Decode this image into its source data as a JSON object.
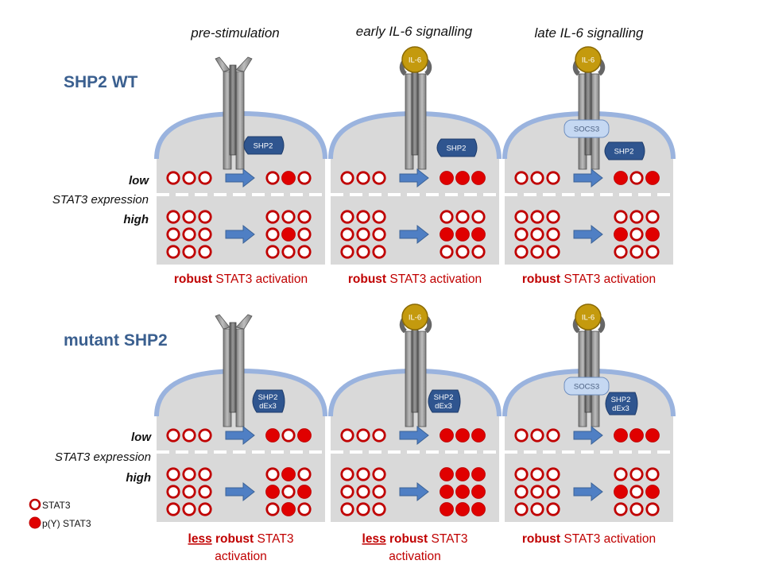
{
  "column_headers": [
    "pre-stimulation",
    "early IL-6 signalling",
    "late IL-6 signalling"
  ],
  "rows": [
    {
      "title": "SHP2 WT",
      "shp2_label": [
        "SHP2"
      ],
      "panels": [
        {
          "cytokine": false,
          "socs3": false,
          "low_after": [
            0,
            1,
            0
          ],
          "high_after": [
            [
              0,
              0,
              0
            ],
            [
              0,
              1,
              0
            ],
            [
              0,
              0,
              0
            ]
          ],
          "caption": [
            {
              "text": "robust",
              "bold": true
            },
            {
              "text": " STAT3 activation",
              "bold": false
            }
          ],
          "caption2": ""
        },
        {
          "cytokine": true,
          "socs3": false,
          "low_after": [
            1,
            1,
            1
          ],
          "high_after": [
            [
              0,
              0,
              0
            ],
            [
              1,
              1,
              1
            ],
            [
              0,
              0,
              0
            ]
          ],
          "caption": [
            {
              "text": "robust",
              "bold": true
            },
            {
              "text": " STAT3 activation",
              "bold": false
            }
          ],
          "caption2": ""
        },
        {
          "cytokine": true,
          "socs3": true,
          "low_after": [
            1,
            0,
            1
          ],
          "high_after": [
            [
              0,
              0,
              0
            ],
            [
              1,
              0,
              1
            ],
            [
              0,
              0,
              0
            ]
          ],
          "caption": [
            {
              "text": "robust",
              "bold": true
            },
            {
              "text": " STAT3 activation",
              "bold": false
            }
          ],
          "caption2": ""
        }
      ]
    },
    {
      "title": "mutant SHP2",
      "shp2_label": [
        "SHP2",
        "dEx3"
      ],
      "panels": [
        {
          "cytokine": false,
          "socs3": false,
          "low_after": [
            1,
            0,
            1
          ],
          "high_after": [
            [
              0,
              1,
              0
            ],
            [
              1,
              0,
              1
            ],
            [
              0,
              1,
              0
            ]
          ],
          "caption": [
            {
              "text": "less",
              "bold": true,
              "underline": true
            },
            {
              "text": " robust",
              "bold": true
            },
            {
              "text": " STAT3",
              "bold": false
            }
          ],
          "caption2": "activation"
        },
        {
          "cytokine": true,
          "socs3": false,
          "low_after": [
            1,
            1,
            1
          ],
          "high_after": [
            [
              1,
              1,
              1
            ],
            [
              1,
              1,
              1
            ],
            [
              1,
              1,
              1
            ]
          ],
          "caption": [
            {
              "text": "less",
              "bold": true,
              "underline": true
            },
            {
              "text": " robust",
              "bold": true
            },
            {
              "text": " STAT3",
              "bold": false
            }
          ],
          "caption2": "activation"
        },
        {
          "cytokine": true,
          "socs3": true,
          "low_after": [
            1,
            1,
            1
          ],
          "high_after": [
            [
              0,
              0,
              0
            ],
            [
              1,
              0,
              1
            ],
            [
              0,
              0,
              0
            ]
          ],
          "caption": [
            {
              "text": "robust",
              "bold": true
            },
            {
              "text": " STAT3 activation",
              "bold": false
            }
          ],
          "caption2": ""
        }
      ]
    }
  ],
  "side_labels": {
    "low": "low",
    "mid": "STAT3 expression",
    "high": "high"
  },
  "cytokine_label": "IL-6",
  "socs3_label": "SOCS3",
  "legend": {
    "open": "STAT3",
    "filled": "p(Y) STAT3"
  },
  "colors": {
    "membrane": "#9ab3de",
    "cell": "#d9d9d9",
    "stat3_red": "#e00000",
    "stat3_ring": "#c00000",
    "shp2": "#2f558f",
    "arrow": "#4f7fc4",
    "il6": "#c49a0e",
    "socs3": "#c5d8f2",
    "title_blue": "#3a5f8f",
    "caption_red": "#c00000"
  }
}
